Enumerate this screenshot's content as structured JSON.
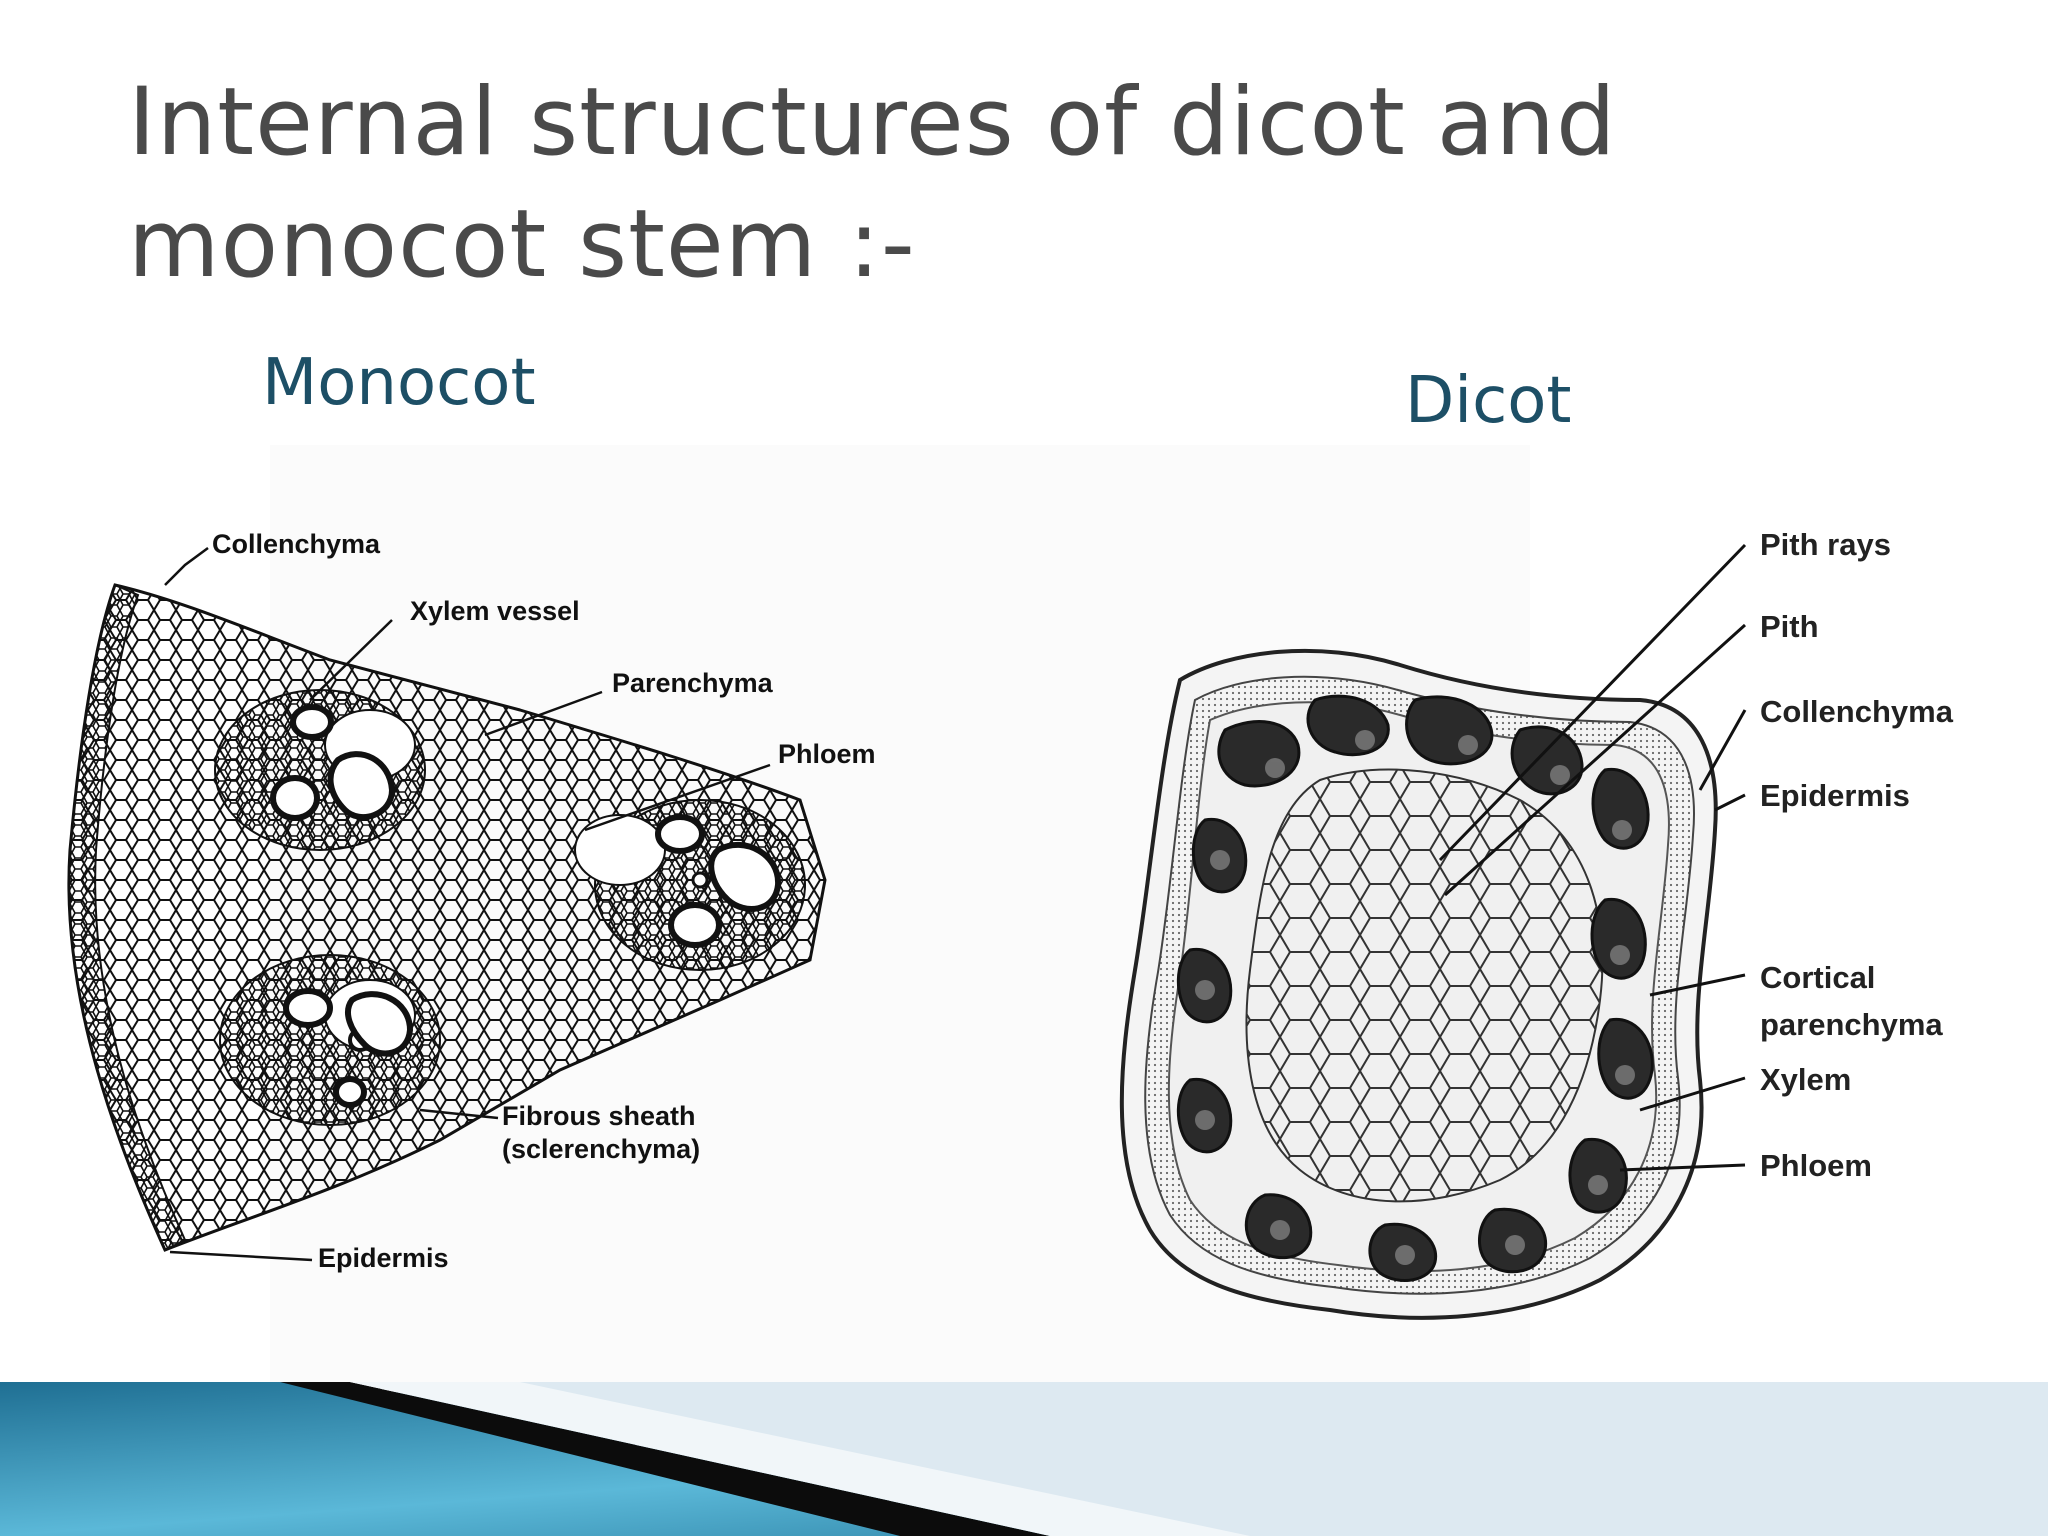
{
  "slide": {
    "title_line1": "Internal structures of dicot and",
    "title_line2": "monocot stem :-",
    "left_heading": "Monocot",
    "right_heading": "Dicot"
  },
  "monocot_labels": {
    "collenchyma": "Collenchyma",
    "xylem_vessel": "Xylem vessel",
    "parenchyma": "Parenchyma",
    "phloem": "Phloem",
    "fibrous_sheath_line1": "Fibrous sheath",
    "fibrous_sheath_line2": "(sclerenchyma)",
    "epidermis": "Epidermis"
  },
  "dicot_labels": {
    "pith_rays": "Pith rays",
    "pith": "Pith",
    "collenchyma": "Collenchyma",
    "epidermis": "Epidermis",
    "cortical_line1": "Cortical",
    "cortical_line2": "parenchyma",
    "xylem": "Xylem",
    "phloem": "Phloem"
  },
  "colors": {
    "title": "#4a4a4a",
    "heading": "#1d4f66",
    "footer_blue": "#2e8fb5",
    "footer_light": "#dbe9f2"
  }
}
